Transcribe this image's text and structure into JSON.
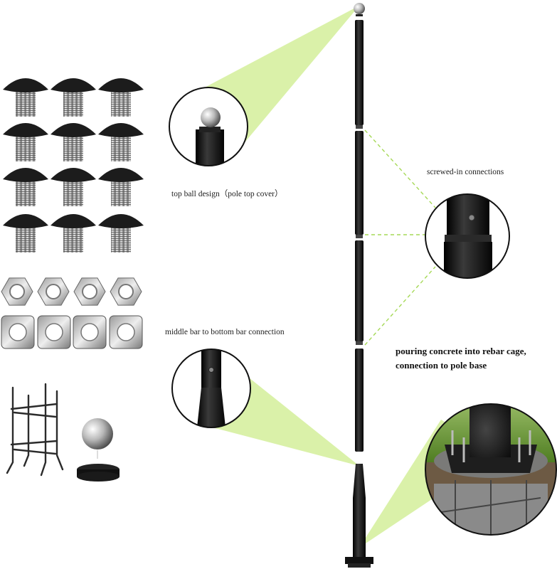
{
  "labels": {
    "top_ball": "top ball design（pole top cover）",
    "screwed": "screwed-in connections",
    "middle_bottom": "middle bar to bottom bar connection",
    "concrete_line1": "pouring concrete into rebar cage,",
    "concrete_line2": "connection to pole base"
  },
  "colors": {
    "callout_green": "#d6efa0",
    "dash_green": "#a6d957",
    "pole_black": "#161616",
    "circle_border": "#111111",
    "grass": "#6d9a34",
    "soil": "#6d5a44"
  },
  "parts": {
    "screws_count": 12,
    "nuts_count": 4,
    "washers_count": 4
  }
}
